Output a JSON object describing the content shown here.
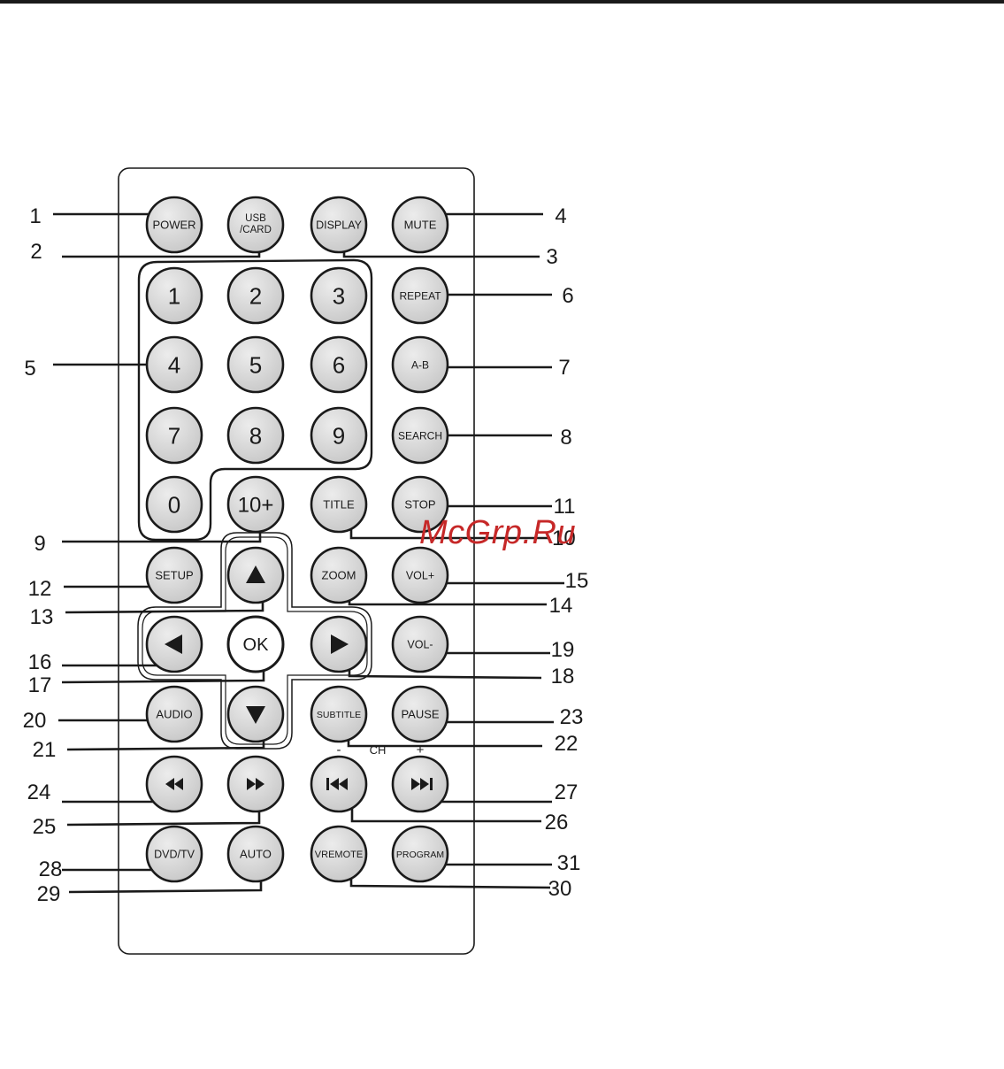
{
  "colors": {
    "ink": "#1a1a1a",
    "button_face": "#d6d6d6",
    "button_highlight": "#ececec",
    "watermark": "#c62828"
  },
  "buttons": [
    {
      "key": "power",
      "label": "POWER",
      "size": "small"
    },
    {
      "key": "usb-card",
      "label": "USB\n/CARD",
      "size": "small"
    },
    {
      "key": "display",
      "label": "DISPLAY",
      "size": "small"
    },
    {
      "key": "mute",
      "label": "MUTE",
      "size": "small"
    },
    {
      "key": "digit-1",
      "label": "1",
      "size": "digit"
    },
    {
      "key": "digit-2",
      "label": "2",
      "size": "digit"
    },
    {
      "key": "digit-3",
      "label": "3",
      "size": "digit"
    },
    {
      "key": "repeat",
      "label": "REPEAT",
      "size": "small"
    },
    {
      "key": "digit-4",
      "label": "4",
      "size": "digit"
    },
    {
      "key": "digit-5",
      "label": "5",
      "size": "digit"
    },
    {
      "key": "digit-6",
      "label": "6",
      "size": "digit"
    },
    {
      "key": "a-b",
      "label": "A-B",
      "size": "small"
    },
    {
      "key": "digit-7",
      "label": "7",
      "size": "digit"
    },
    {
      "key": "digit-8",
      "label": "8",
      "size": "digit"
    },
    {
      "key": "digit-9",
      "label": "9",
      "size": "digit"
    },
    {
      "key": "search",
      "label": "SEARCH",
      "size": "small"
    },
    {
      "key": "digit-0",
      "label": "0",
      "size": "digit"
    },
    {
      "key": "ten-plus",
      "label": "10+",
      "size": "digit"
    },
    {
      "key": "title",
      "label": "TITLE",
      "size": "small"
    },
    {
      "key": "stop",
      "label": "STOP",
      "size": "small"
    },
    {
      "key": "setup",
      "label": "SETUP",
      "size": "small"
    },
    {
      "key": "arrow-up",
      "icon": "up-arrow-icon",
      "size": "icon"
    },
    {
      "key": "zoom",
      "label": "ZOOM",
      "size": "small"
    },
    {
      "key": "vol-plus",
      "label": "VOL+",
      "size": "small"
    },
    {
      "key": "arrow-left",
      "icon": "left-arrow-icon",
      "size": "icon"
    },
    {
      "key": "ok",
      "label": "OK",
      "size": "ok"
    },
    {
      "key": "arrow-right",
      "icon": "right-arrow-icon",
      "size": "icon"
    },
    {
      "key": "vol-minus",
      "label": "VOL-",
      "size": "small"
    },
    {
      "key": "audio",
      "label": "AUDIO",
      "size": "small"
    },
    {
      "key": "arrow-down",
      "icon": "down-arrow-icon",
      "size": "icon"
    },
    {
      "key": "subtitle",
      "label": "SUBTITLE",
      "size": "small"
    },
    {
      "key": "pause",
      "label": "PAUSE",
      "size": "small"
    },
    {
      "key": "fast-rewind",
      "icon": "fast-rewind-icon",
      "size": "icon"
    },
    {
      "key": "fast-forward",
      "icon": "fast-forward-icon",
      "size": "icon"
    },
    {
      "key": "ch-prev",
      "icon": "skip-previous-icon",
      "size": "icon"
    },
    {
      "key": "ch-next",
      "icon": "skip-next-icon",
      "size": "icon"
    },
    {
      "key": "dvd-tv",
      "label": "DVD/TV",
      "size": "small"
    },
    {
      "key": "auto",
      "label": "AUTO",
      "size": "small"
    },
    {
      "key": "vremote",
      "label": "VREMOTE",
      "size": "small"
    },
    {
      "key": "program",
      "label": "PROGRAM",
      "size": "small"
    }
  ],
  "ch_marks": {
    "minus": "-",
    "label": "CH",
    "plus": "+"
  },
  "callouts": [
    {
      "num": "1",
      "target": "power"
    },
    {
      "num": "2",
      "target": "usb-card"
    },
    {
      "num": "3",
      "target": "display"
    },
    {
      "num": "4",
      "target": "mute"
    },
    {
      "num": "5",
      "target": "digit-4"
    },
    {
      "num": "6",
      "target": "repeat"
    },
    {
      "num": "7",
      "target": "a-b"
    },
    {
      "num": "8",
      "target": "search"
    },
    {
      "num": "9",
      "target": "ten-plus"
    },
    {
      "num": "10",
      "target": "title"
    },
    {
      "num": "11",
      "target": "stop"
    },
    {
      "num": "12",
      "target": "setup"
    },
    {
      "num": "13",
      "target": "arrow-up"
    },
    {
      "num": "14",
      "target": "zoom"
    },
    {
      "num": "15",
      "target": "vol-plus"
    },
    {
      "num": "16",
      "target": "arrow-left"
    },
    {
      "num": "17",
      "target": "ok"
    },
    {
      "num": "18",
      "target": "arrow-right"
    },
    {
      "num": "19",
      "target": "vol-minus"
    },
    {
      "num": "20",
      "target": "audio"
    },
    {
      "num": "21",
      "target": "arrow-down"
    },
    {
      "num": "22",
      "target": "subtitle"
    },
    {
      "num": "23",
      "target": "pause"
    },
    {
      "num": "24",
      "target": "fast-rewind"
    },
    {
      "num": "25",
      "target": "fast-forward"
    },
    {
      "num": "26",
      "target": "ch-prev"
    },
    {
      "num": "27",
      "target": "ch-next"
    },
    {
      "num": "28",
      "target": "dvd-tv"
    },
    {
      "num": "29",
      "target": "auto"
    },
    {
      "num": "30",
      "target": "vremote"
    },
    {
      "num": "31",
      "target": "program"
    }
  ],
  "watermark": "McGrp.Ru"
}
